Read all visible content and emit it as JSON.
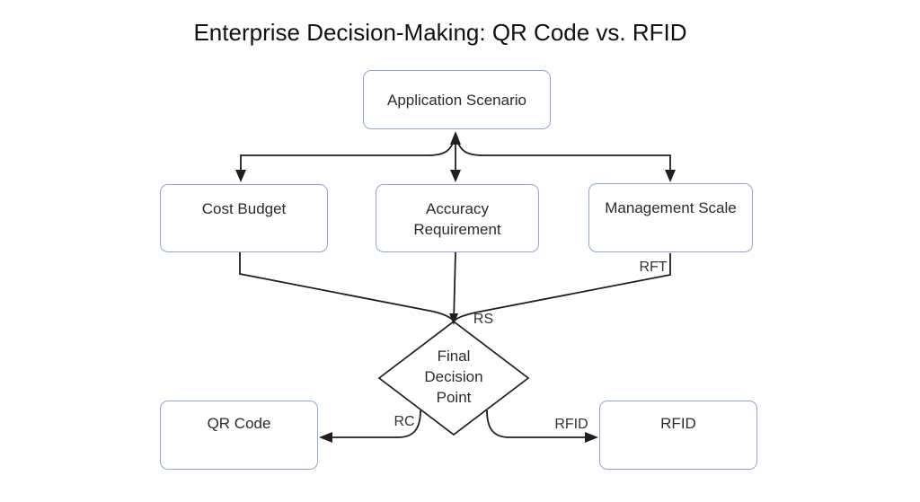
{
  "title": "Enterprise Decision-Making: QR Code vs. RFID",
  "colors": {
    "node_border": "#92a7cf",
    "connector_line": "#1f1f1f",
    "text": "#2b2b2b",
    "background": "#ffffff"
  },
  "nodes": {
    "application_scenario": {
      "label": "Application Scenario"
    },
    "cost_budget": {
      "label": "Cost Budget"
    },
    "accuracy_requirement": {
      "line1": "Accuracy",
      "line2": "Requirement"
    },
    "management_scale": {
      "label": "Management Scale"
    },
    "final_decision": {
      "line1": "Final",
      "line2": "Decision",
      "line3": "Point"
    },
    "qr_code": {
      "label": "QR Code"
    },
    "rfid": {
      "label": "RFID"
    }
  },
  "edge_labels": {
    "rft": "RFT",
    "rs": "RS",
    "rc": "RC",
    "rfid": "RFID"
  }
}
